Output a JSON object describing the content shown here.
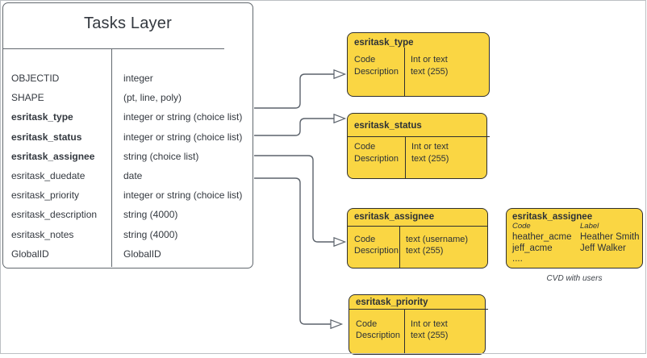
{
  "diagram": {
    "tasks_layer": {
      "title": "Tasks Layer",
      "fields": [
        {
          "name": "OBJECTID",
          "type": "integer",
          "bold": false
        },
        {
          "name": "SHAPE",
          "type": "(pt, line, poly)",
          "bold": false
        },
        {
          "name": "esritask_type",
          "type": "integer or string (choice list)",
          "bold": true
        },
        {
          "name": "esritask_status",
          "type": "integer or string (choice list)",
          "bold": true
        },
        {
          "name": "esritask_assignee",
          "type": "string (choice list)",
          "bold": true
        },
        {
          "name": "esritask_duedate",
          "type": "date",
          "bold": false
        },
        {
          "name": "esritask_priority",
          "type": "integer or string (choice list)",
          "bold": false
        },
        {
          "name": "esritask_description",
          "type": "string (4000)",
          "bold": false
        },
        {
          "name": "esritask_notes",
          "type": "string (4000)",
          "bold": false
        },
        {
          "name": "GlobalID",
          "type": "GlobalID",
          "bold": false
        }
      ]
    },
    "cvd_boxes": [
      {
        "title": "esritask_type",
        "rows": [
          {
            "left": "Code",
            "right": "Int or text"
          },
          {
            "left": "Description",
            "right": "text (255)"
          }
        ]
      },
      {
        "title": "esritask_status",
        "rows": [
          {
            "left": "Code",
            "right": "Int or text"
          },
          {
            "left": "Description",
            "right": "text (255)"
          }
        ]
      },
      {
        "title": "esritask_assignee",
        "rows": [
          {
            "left": "Code",
            "right": "text (username)"
          },
          {
            "left": "Description",
            "right": "text (255)"
          }
        ]
      },
      {
        "title": "esritask_priority",
        "rows": [
          {
            "left": "Code",
            "right": "Int or text"
          },
          {
            "left": "Description",
            "right": "text (255)"
          }
        ]
      }
    ],
    "assignee_cvd": {
      "title": "esritask_assignee",
      "col_headers": [
        "Code",
        "Label"
      ],
      "rows": [
        {
          "code": "heather_acme",
          "label": "Heather Smith"
        },
        {
          "code": "jeff_acme",
          "label": "Jeff Walker"
        }
      ],
      "ellipsis": "....",
      "caption": "CVD with users"
    },
    "colors": {
      "yellow_fill": "#FAD643",
      "box_border": "#2f2f2f",
      "tbl_border": "#62686e",
      "conn": "#5b626b"
    }
  }
}
